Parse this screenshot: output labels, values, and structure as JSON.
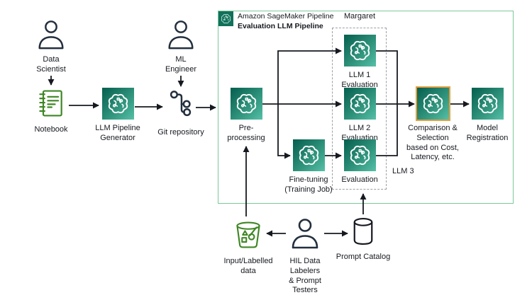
{
  "pipeline_box": {
    "title_line1": "Amazon SageMaker Pipeline",
    "title_line2": "Evaluation LLM Pipeline"
  },
  "margaret_group": {
    "label": "Margaret"
  },
  "nodes": {
    "data_scientist": {
      "label": "Data\nScientist"
    },
    "ml_engineer": {
      "label": "ML\nEngineer"
    },
    "notebook": {
      "label": "Notebook"
    },
    "llm_pipeline_generator": {
      "label": "LLM Pipeline\nGenerator"
    },
    "git_repository": {
      "label": "Git repository"
    },
    "preprocessing": {
      "label": "Pre-\nprocessing"
    },
    "fine_tuning": {
      "label": "Fine-tuning\n(Training Job)"
    },
    "llm1_evaluation": {
      "label": "LLM 1\nEvaluation"
    },
    "llm2_evaluation": {
      "label": "LLM 2\nEvaluation"
    },
    "llm3_evaluation": {
      "label": "Evaluation",
      "side_label": "LLM 3"
    },
    "comparison_selection": {
      "label": "Comparison &\nSelection\nbased on Cost,\nLatency, etc."
    },
    "model_registration": {
      "label": "Model\nRegistration"
    },
    "input_labelled_data": {
      "label": "Input/Labelled\ndata"
    },
    "hil_team": {
      "label": "HIL Data\nLabelers\n& Prompt\nTesters"
    },
    "prompt_catalog": {
      "label": "Prompt Catalog"
    }
  },
  "colors": {
    "sagemaker_gradient_start": "#055F4E",
    "sagemaker_gradient_end": "#56C0A7",
    "pipeline_border": "#7BC99C",
    "notebook_green": "#3F8624",
    "comparison_highlight": "#E49F3F",
    "connector": "#16191f",
    "dashed_group": "#9a9fa5"
  }
}
